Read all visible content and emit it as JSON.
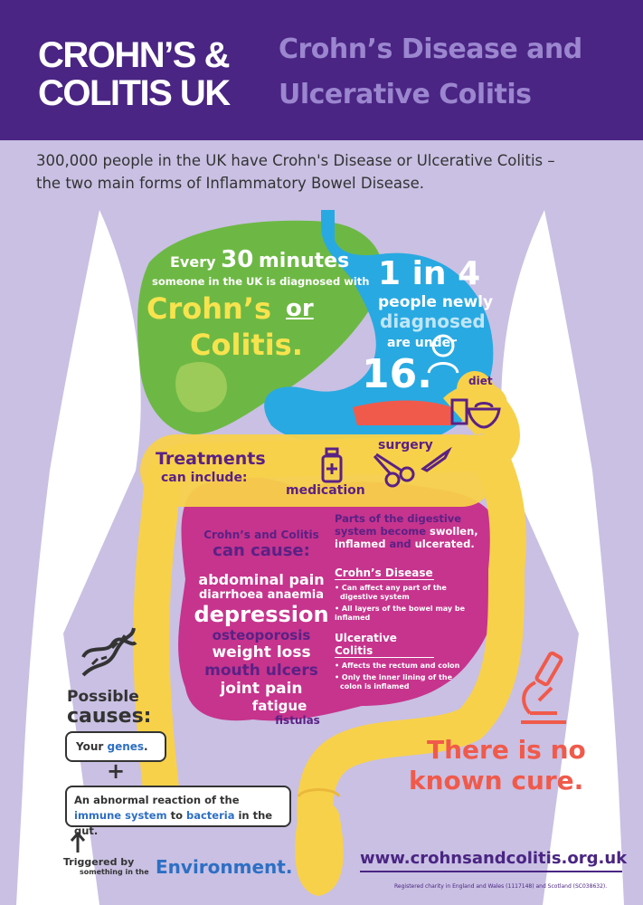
{
  "logo": {
    "line1": "CROHN’S &",
    "line2": "COLITIS UK"
  },
  "title": {
    "line1": "Crohn’s Disease and",
    "line2": "Ulcerative Colitis"
  },
  "intro": {
    "line1": "300,000 people in the UK have Crohn's Disease or Ulcerative Colitis –",
    "line2": "the two main forms of Inflammatory Bowel Disease."
  },
  "liver_stat": {
    "every": "Every",
    "number": "30",
    "minutes": "minutes",
    "line2": "someone in the UK is diagnosed with",
    "crohns": "Crohn’s",
    "or": "or",
    "colitis": "Colitis."
  },
  "stomach_stat": {
    "ratio": "1 in 4",
    "line2": "people newly",
    "line3": "diagnosed",
    "line4": "are under",
    "age": "16."
  },
  "treatments": {
    "title": "Treatments",
    "subtitle": "can include:",
    "diet": "diet",
    "surgery": "surgery",
    "medication": "medication"
  },
  "symptoms": {
    "title1": "Crohn’s and Colitis",
    "title2": "can cause:",
    "items": [
      "abdominal pain",
      "diarrhoea",
      "anaemia",
      "depression",
      "osteoporosis",
      "weight loss",
      "mouth ulcers",
      "joint pain",
      "fatigue",
      "fistulas"
    ]
  },
  "info": {
    "intro1": "Parts of the digestive",
    "intro2a": "system become ",
    "intro2b": "swollen,",
    "intro3a": "inflamed",
    "intro3b": " and ",
    "intro3c": "ulcerated.",
    "crohns_title": "Crohn’s Disease",
    "crohns_b1a": "• Can affect any part of the",
    "crohns_b1b": "digestive system",
    "crohns_b2": "• All layers of the bowel may be inflamed",
    "uc_title": "Ulcerative Colitis",
    "uc_b1": "• Affects the rectum and colon",
    "uc_b2a": "• Only the inner lining of the",
    "uc_b2b": "colon is inflamed"
  },
  "causes": {
    "title1": "Possible",
    "title2": "causes:",
    "genes_pre": "Your ",
    "genes_word": "genes",
    "genes_post": ".",
    "plus": "+",
    "immune_a": "An abnormal reaction of the ",
    "immune_b": "immune",
    "immune_c": "system",
    "immune_d": " to ",
    "immune_e": "bacteria",
    "immune_f": " in the gut.",
    "trigger1": "Triggered by",
    "trigger2": "something in the",
    "environment": "Environment."
  },
  "cure": {
    "line1": "There is no",
    "line2a": "known",
    "line2b": " cure."
  },
  "footer": {
    "url": "www.crohnsandcolitis.org.uk",
    "charity": "Registered charity in England and Wales (1117148) and Scotland (SC038632)."
  },
  "colors": {
    "header": "#4a2583",
    "background": "#c9c0e3",
    "liver": "#6db844",
    "stomach": "#29a9e1",
    "colon": "#f8d14a",
    "small_intestine": "#c6348d",
    "accent_coral": "#f05a4b"
  },
  "icons": [
    "dna-icon",
    "microscope-icon",
    "bowl-icon",
    "pill-bottle-icon",
    "scissors-icon",
    "scalpel-icon",
    "child-icon",
    "arrow-up-icon"
  ]
}
